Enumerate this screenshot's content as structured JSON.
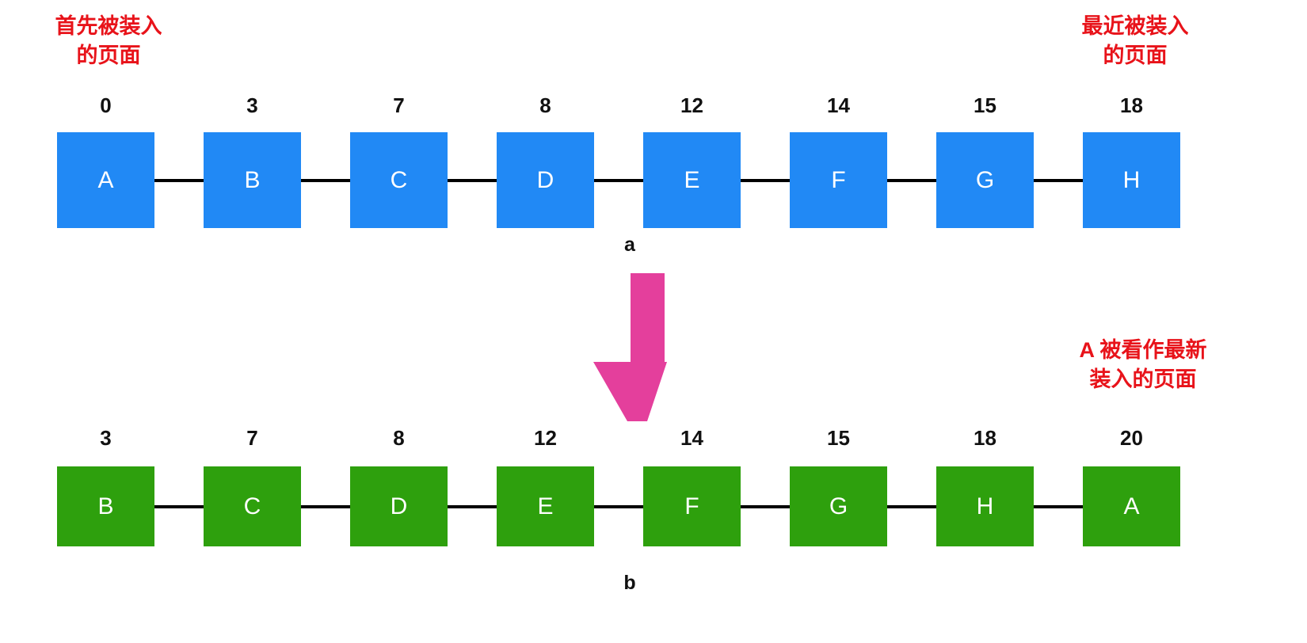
{
  "figure": {
    "title_a": "a",
    "title_b": "b",
    "colors": {
      "blue_node": "#2189f5",
      "green_node": "#2ea00d",
      "arrow_pink": "#e43f9c",
      "annotation_red": "#e8131a",
      "link_black": "#000000",
      "label_black": "#111111"
    }
  },
  "annotations": {
    "top_left": {
      "line1": "首先被装入",
      "line2": "的页面"
    },
    "top_right": {
      "line1": "最近被装入",
      "line2": "的页面"
    },
    "middle_right": {
      "line1": "A 被看作最新",
      "line2": "装入的页面"
    }
  },
  "rows": {
    "before": {
      "indices": [
        "0",
        "3",
        "7",
        "8",
        "12",
        "14",
        "15",
        "18"
      ],
      "labels": [
        "A",
        "B",
        "C",
        "D",
        "E",
        "F",
        "G",
        "H"
      ]
    },
    "after": {
      "indices": [
        "3",
        "7",
        "8",
        "12",
        "14",
        "15",
        "18",
        "20"
      ],
      "labels": [
        "B",
        "C",
        "D",
        "E",
        "F",
        "G",
        "H",
        "A"
      ]
    }
  },
  "arrow": {
    "name": "down-arrow",
    "direction": "down"
  }
}
